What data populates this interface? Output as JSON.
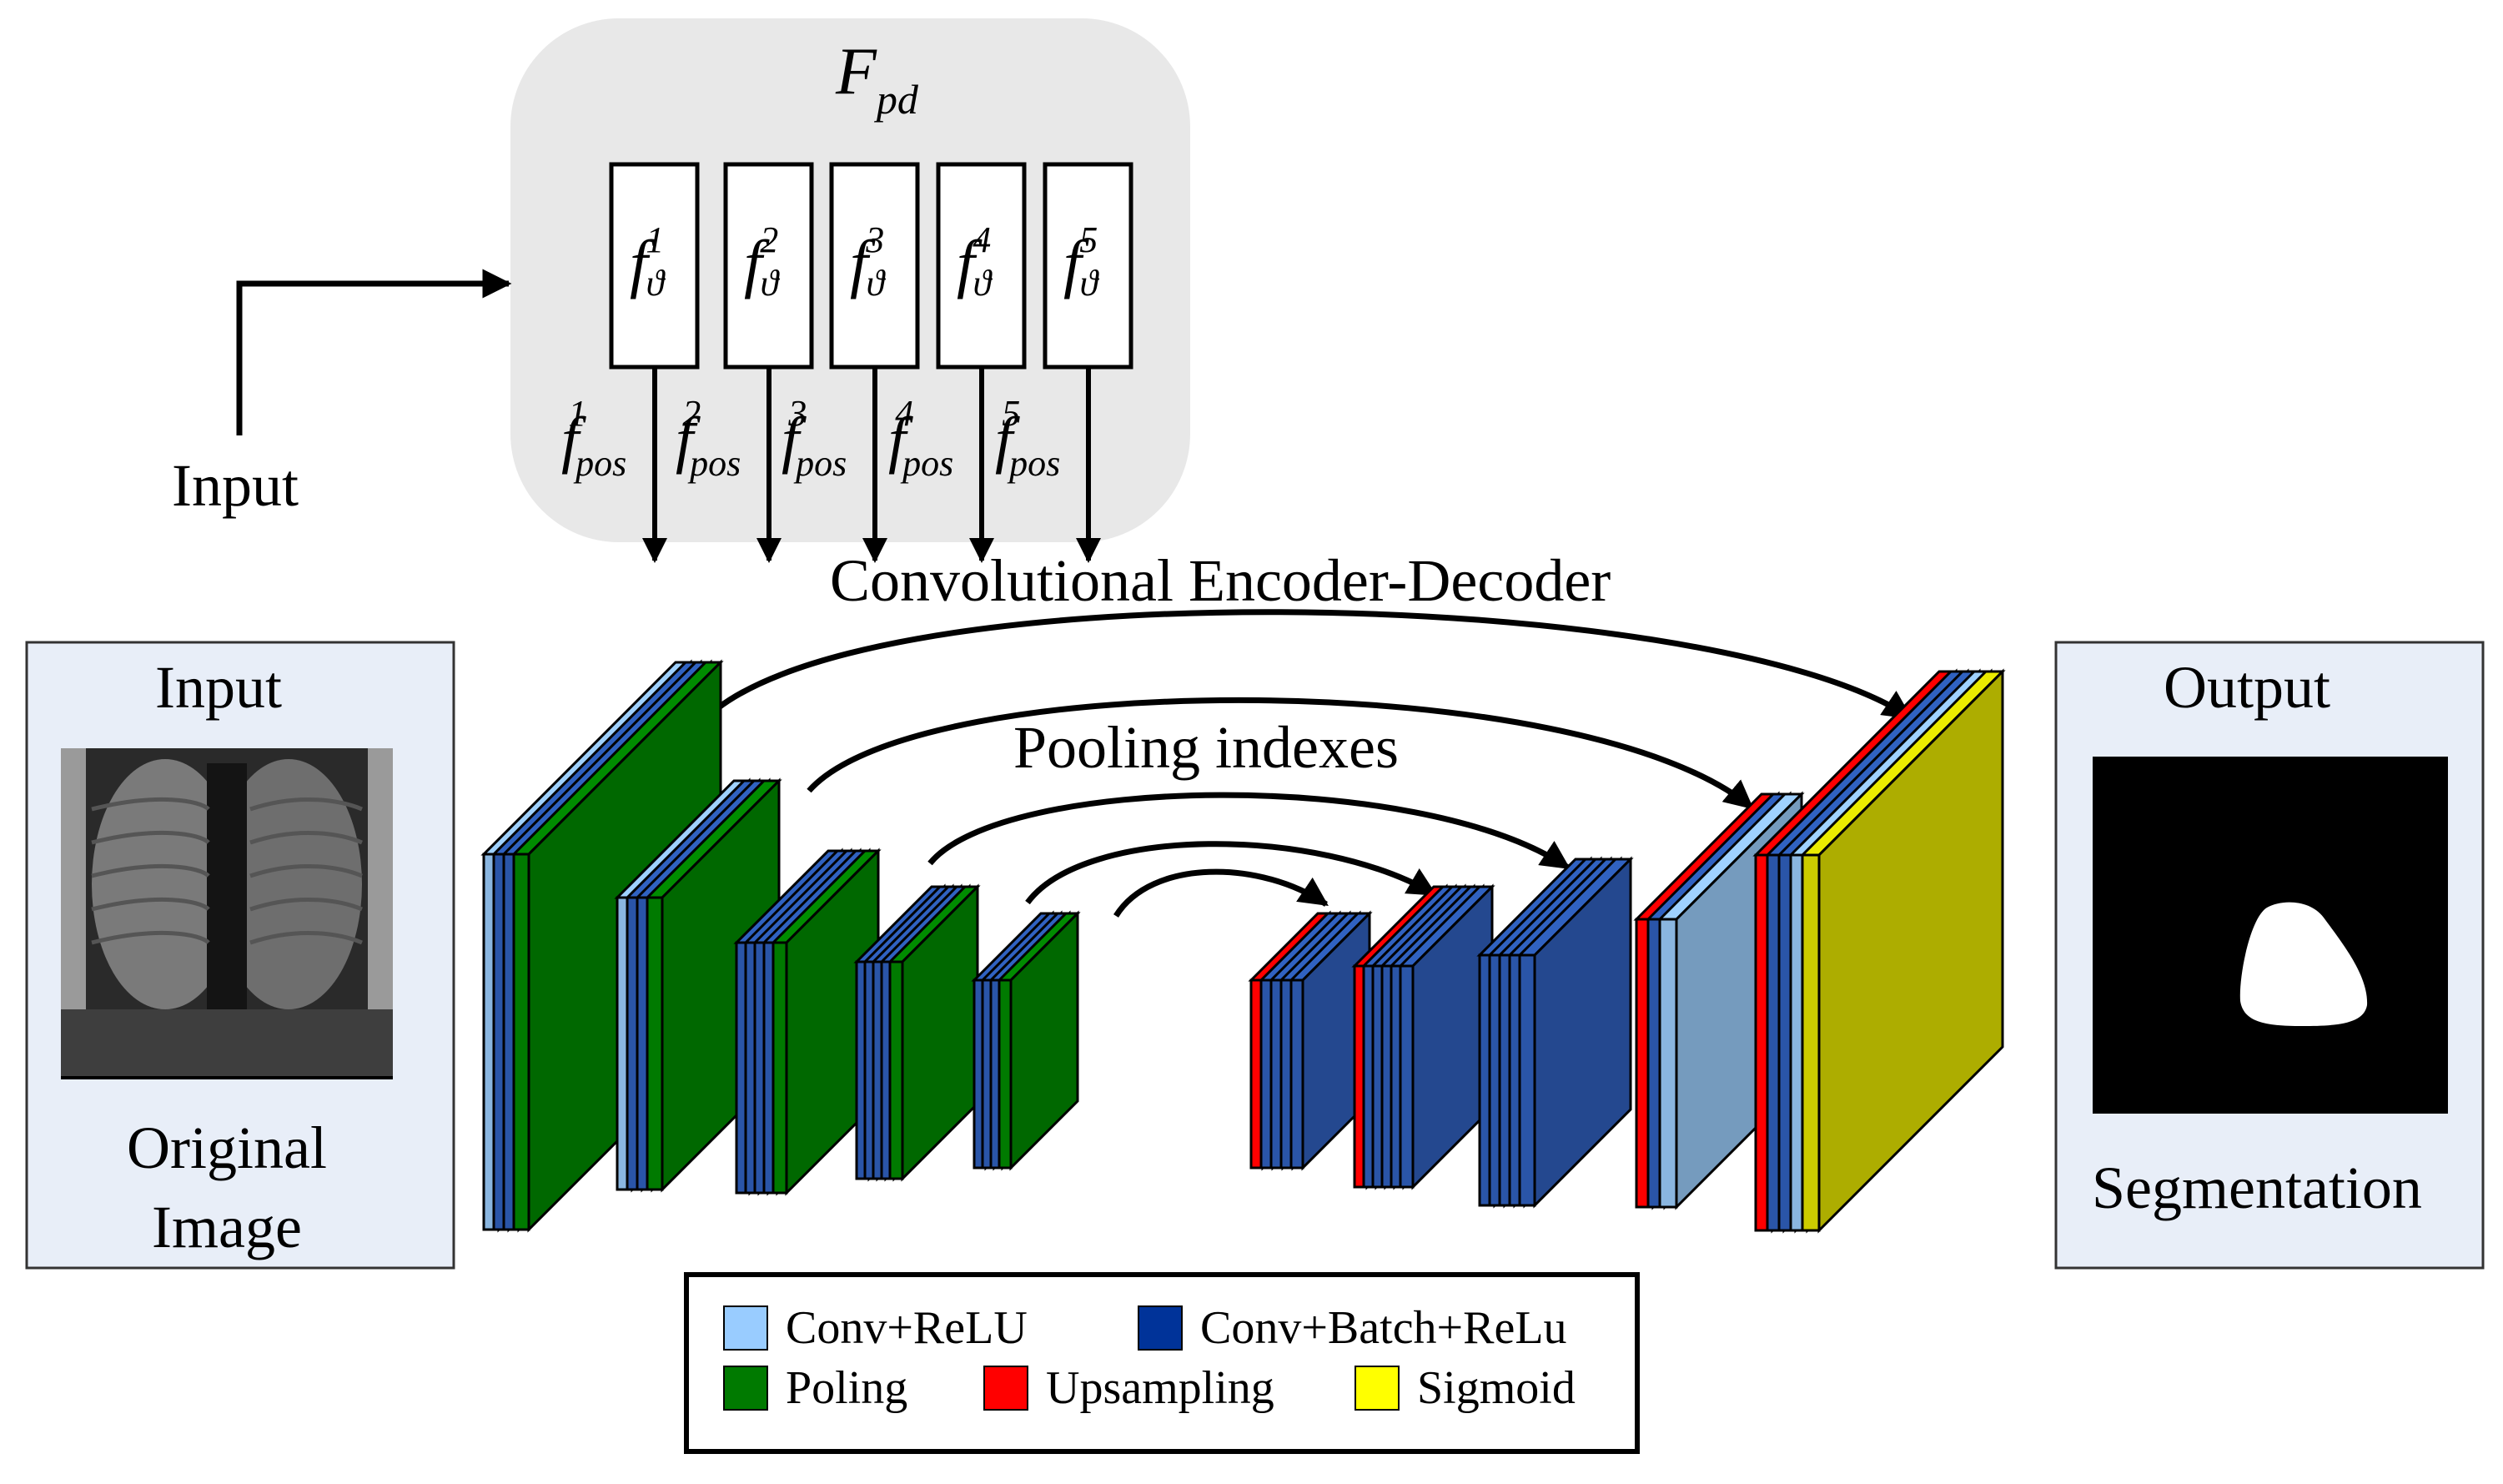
{
  "fpd": {
    "letter": "F",
    "subscript": "pd"
  },
  "theta_functions": [
    {
      "base": "f",
      "sub": "ϑ",
      "sup": "1"
    },
    {
      "base": "f",
      "sub": "ϑ",
      "sup": "2"
    },
    {
      "base": "f",
      "sub": "ϑ",
      "sup": "3"
    },
    {
      "base": "f",
      "sub": "ϑ",
      "sup": "4"
    },
    {
      "base": "f",
      "sub": "ϑ",
      "sup": "5"
    }
  ],
  "pos_outputs": [
    {
      "base": "f",
      "sub": "pos",
      "sup": "1"
    },
    {
      "base": "f",
      "sub": "pos",
      "sup": "2"
    },
    {
      "base": "f",
      "sub": "pos",
      "sup": "3"
    },
    {
      "base": "f",
      "sub": "pos",
      "sup": "4"
    },
    {
      "base": "f",
      "sub": "pos",
      "sup": "5"
    }
  ],
  "labels": {
    "input_top": "Input",
    "encoder_decoder": "Convolutional Encoder-Decoder",
    "pooling_indexes": "Pooling indexes"
  },
  "input_panel": {
    "title": "Input",
    "caption_line1": "Original",
    "caption_line2": "Image"
  },
  "output_panel": {
    "title": "Output",
    "caption": "Segmentation"
  },
  "legend": [
    {
      "label": "Conv+ReLU",
      "color": "#99ccff"
    },
    {
      "label": "Conv+Batch+ReLu",
      "color": "#003399"
    },
    {
      "label": "Poling",
      "color": "#007a00"
    },
    {
      "label": "Upsampling",
      "color": "#ff0000"
    },
    {
      "label": "Sigmoid",
      "color": "#ffff00"
    }
  ],
  "layer_colors": {
    "conv_relu": "#8ab6e0",
    "conv_batch_relu": "#2a55a8",
    "pooling": "#007a00",
    "upsampling": "#ff0000",
    "sigmoid": "#cccc00"
  }
}
